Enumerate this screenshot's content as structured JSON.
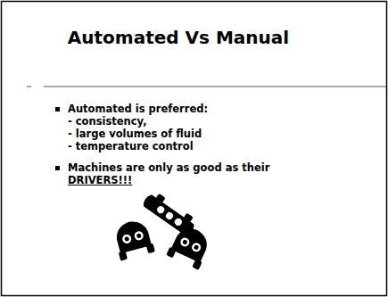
{
  "diagram": {
    "title": "Automated Vs Manual",
    "labels": [
      "Automated is preferred:",
      "- consistency,",
      "- large volumes of fluid",
      "- temperature control",
      "Machines are only as good as their",
      "DRIVERS!!!"
    ]
  }
}
